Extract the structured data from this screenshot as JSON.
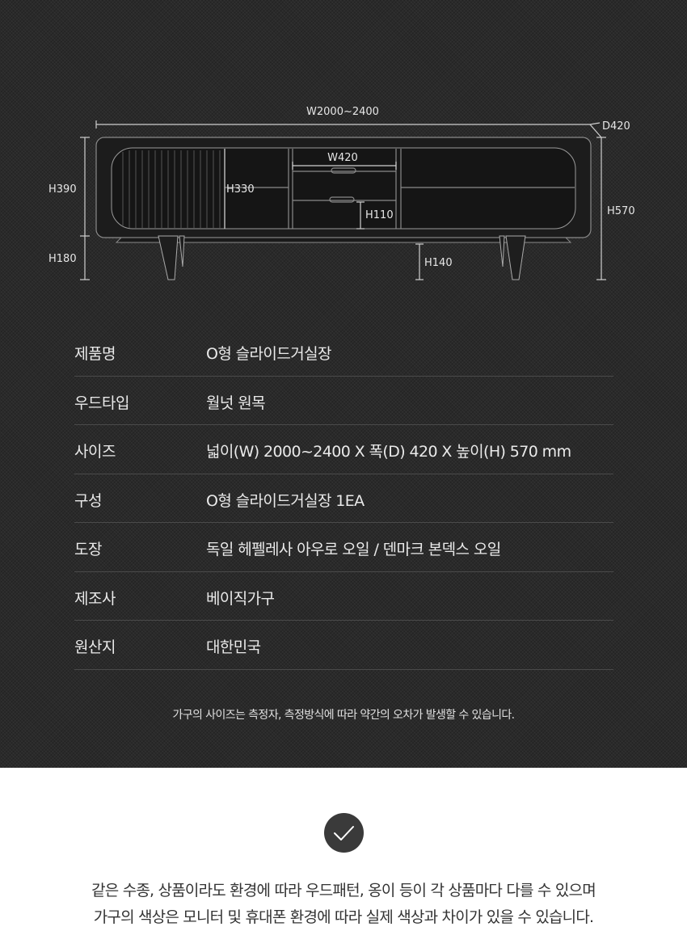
{
  "diagram": {
    "labels": {
      "width_total": "W2000~2400",
      "depth": "D420",
      "height_body": "H390",
      "height_legs": "H180",
      "height_inner": "H330",
      "width_drawer": "W420",
      "height_drawer": "H110",
      "height_total": "H570",
      "height_clearance": "H140"
    }
  },
  "specs": [
    {
      "label": "제품명",
      "value": "O형 슬라이드거실장"
    },
    {
      "label": "우드타입",
      "value": "월넛 원목"
    },
    {
      "label": "사이즈",
      "value": "넓이(W) 2000~2400 X 폭(D) 420 X 높이(H) 570 mm"
    },
    {
      "label": "구성",
      "value": "O형 슬라이드거실장 1EA"
    },
    {
      "label": "도장",
      "value": "독일 헤펠레사 아우로 오일 / 덴마크 본덱스 오일"
    },
    {
      "label": "제조사",
      "value": "베이직가구"
    },
    {
      "label": "원산지",
      "value": "대한민국"
    }
  ],
  "note": "가구의 사이즈는 측정자, 측정방식에 따라 약간의 오차가 발생할 수 있습니다.",
  "disclaimer": {
    "line1": "같은 수종, 상품이라도 환경에 따라 우드패턴, 옹이 등이 각 상품마다 다를 수 있으며",
    "line2": "가구의 색상은 모니터 및 휴대폰 환경에 따라 실제 색상과 차이가 있을 수 있습니다."
  },
  "colors": {
    "background_dark": "#2a2a2a",
    "text_light": "#eaeaea",
    "divider": "#4a4a4a",
    "check_circle": "#3a3a3a",
    "text_dark": "#333333"
  }
}
